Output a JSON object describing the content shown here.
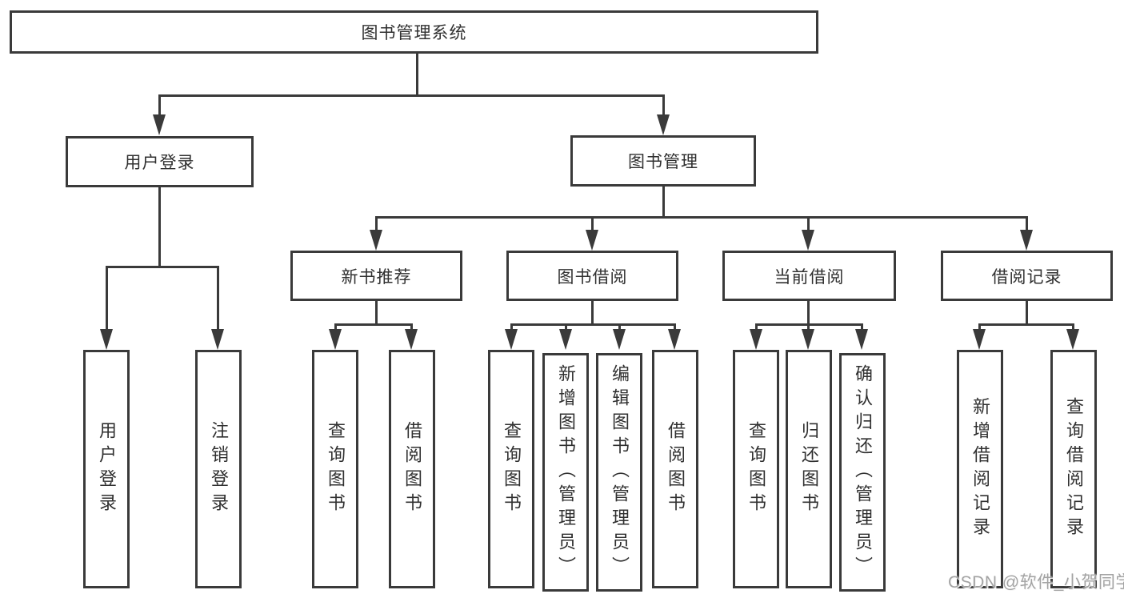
{
  "title": "图书管理系统",
  "level2": [
    {
      "label": "用户登录"
    },
    {
      "label": "图书管理"
    }
  ],
  "level3": [
    {
      "label": "新书推荐"
    },
    {
      "label": "图书借阅"
    },
    {
      "label": "当前借阅"
    },
    {
      "label": "借阅记录"
    }
  ],
  "leaves": {
    "user_login": [
      "用户登录",
      "注销登录"
    ],
    "new_books": [
      "查询图书",
      "借阅图书"
    ],
    "book_borrow": [
      "查询图书",
      "新增图书（管理员）",
      "编辑图书（管理员）",
      "借阅图书"
    ],
    "current_borrow": [
      "查询图书",
      "归还图书",
      "确认归还（管理员）"
    ],
    "borrow_records": [
      "新增借阅记录",
      "查询借阅记录"
    ]
  },
  "watermark": "CSDN @软件_小贺同学",
  "colors": {
    "line": "#3a3a3a",
    "text": "#303030",
    "background": "#ffffff",
    "watermark": "#a3a3a3"
  }
}
